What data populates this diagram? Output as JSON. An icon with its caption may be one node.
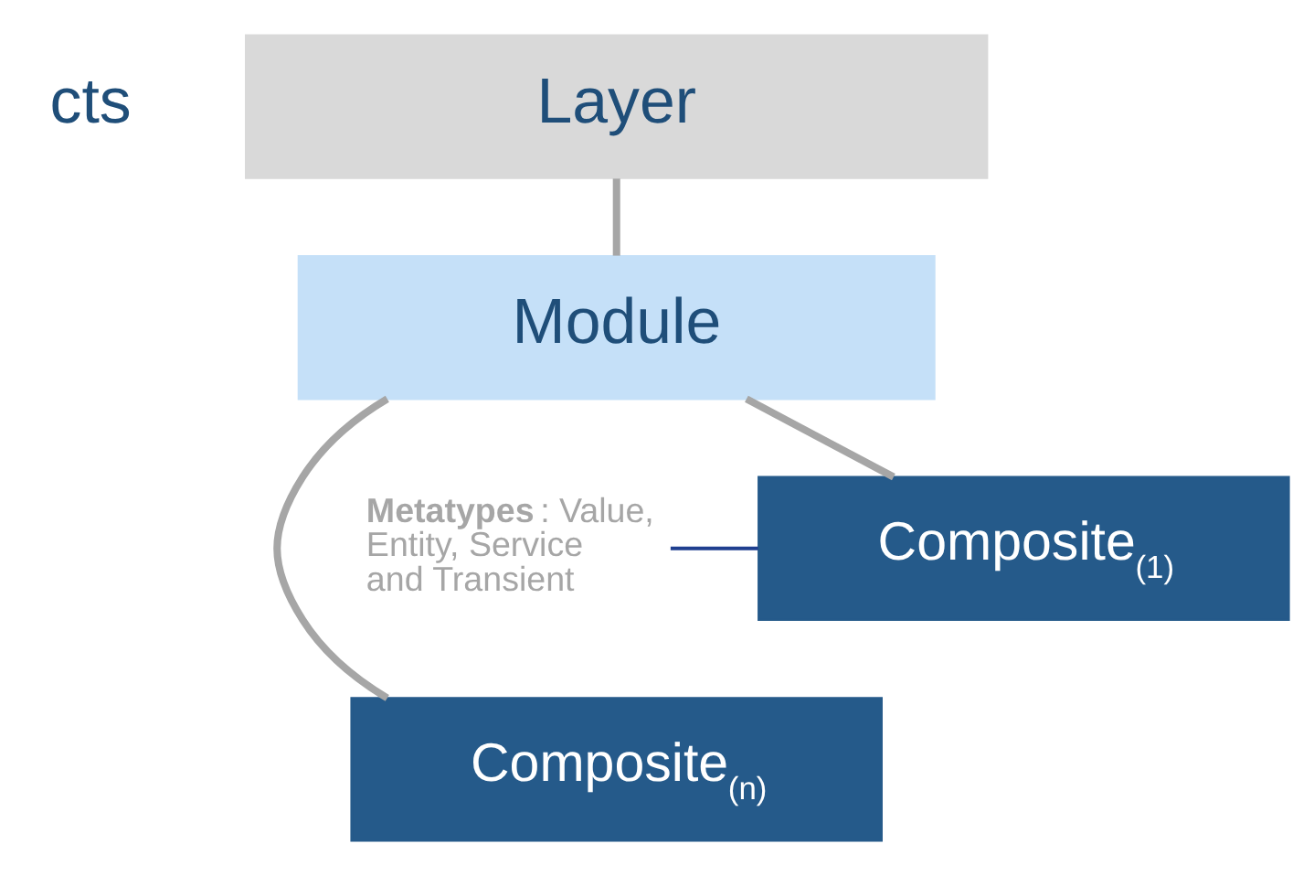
{
  "diagram": {
    "nodes": [
      {
        "text": [
          "Layer"
        ]
      },
      {
        "text": [
          "Module"
        ]
      },
      {
        "text": [
          "Composite$_{(1)}$"
        ]
      },
      {
        "text": [
          "Composite$_{(n)}$"
        ]
      },
      {
        "text": [
          "**Metatypes** : Value, Entity, Service and Transient"
        ]
      }
    ],
    "edges": [
      {
        "from": 0,
        "to": 1,
        "arrow": "none"
      },
      {
        "from": 1,
        "to": 2,
        "arrow": "none"
      },
      {
        "from": 1,
        "to": 3,
        "arrow": "none"
      },
      {
        "from": 4,
        "to": 2,
        "arrow": "none",
        "color": "#1f3f8f"
      }
    ],
    "labels": [
      "cts"
    ]
  }
}
